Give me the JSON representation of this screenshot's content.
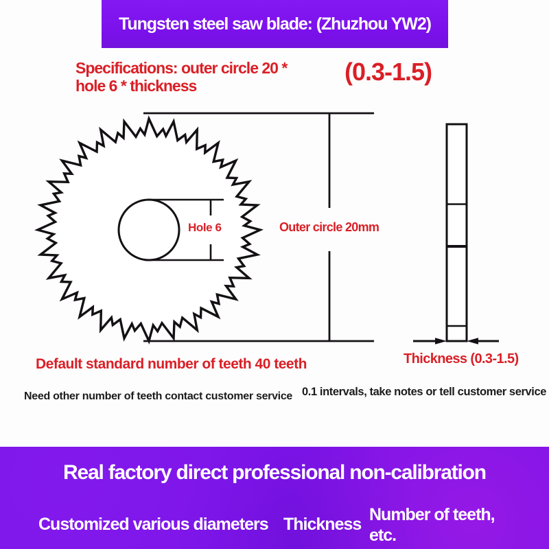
{
  "title": "Tungsten steel saw blade: (Zhuzhou YW2)",
  "specs": {
    "line1": "Specifications: outer circle 20 *",
    "line2": "hole 6 * thickness",
    "range": "(0.3-1.5)"
  },
  "diagram": {
    "hole_label": "Hole 6",
    "outer_label": "Outer circle 20mm",
    "thickness_label": "Thickness (0.3-1.5)"
  },
  "notes": {
    "default_teeth": "Default standard number of teeth 40 teeth",
    "contact": "Need other number of teeth contact customer service",
    "intervals": "0.1 intervals, take notes or tell customer service"
  },
  "footer": {
    "headline": "Real factory direct professional non-calibration",
    "items": [
      "Customized various diameters",
      "Thickness",
      "Number of teeth, etc."
    ]
  },
  "colors": {
    "banner_purple": "#7d12ee",
    "footer_purple": "#7d14e8",
    "accent_red": "#da1f26",
    "ink": "#1d1b1c",
    "line_black": "#141114"
  }
}
